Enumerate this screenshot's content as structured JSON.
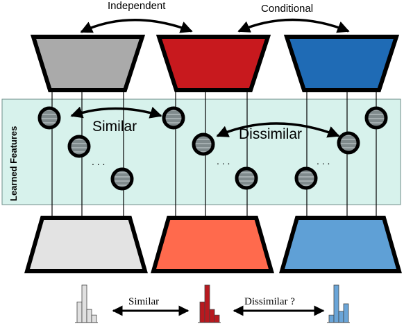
{
  "labels": {
    "top_left_arrow": "Independent",
    "top_right_arrow": "Conditional",
    "side_panel": "Learned Features",
    "mid_left_arrow": "Similar",
    "mid_right_arrow": "Dissimilar",
    "bottom_left_arrow": "Similar",
    "bottom_right_arrow": "Dissimilar ?",
    "dots": ". . ."
  },
  "colors": {
    "encoder_gray": "#aaaaaa",
    "encoder_red": "#c8191e",
    "encoder_blue": "#1f6bb5",
    "decoder_gray": "#e3e3e3",
    "decoder_red": "#ff6a4d",
    "decoder_blue": "#5fa0d6",
    "panel_fill": "#d7f2ec",
    "hist_gray": "#e0e0e0",
    "hist_red": "#b8191f",
    "hist_blue": "#6aa5d8"
  },
  "histograms": {
    "gray": [
      0.55,
      1.0,
      0.35,
      0.2
    ],
    "red": [
      0.55,
      1.0,
      0.35,
      0.2
    ],
    "blue": [
      0.2,
      1.0,
      0.3,
      0.5
    ]
  }
}
